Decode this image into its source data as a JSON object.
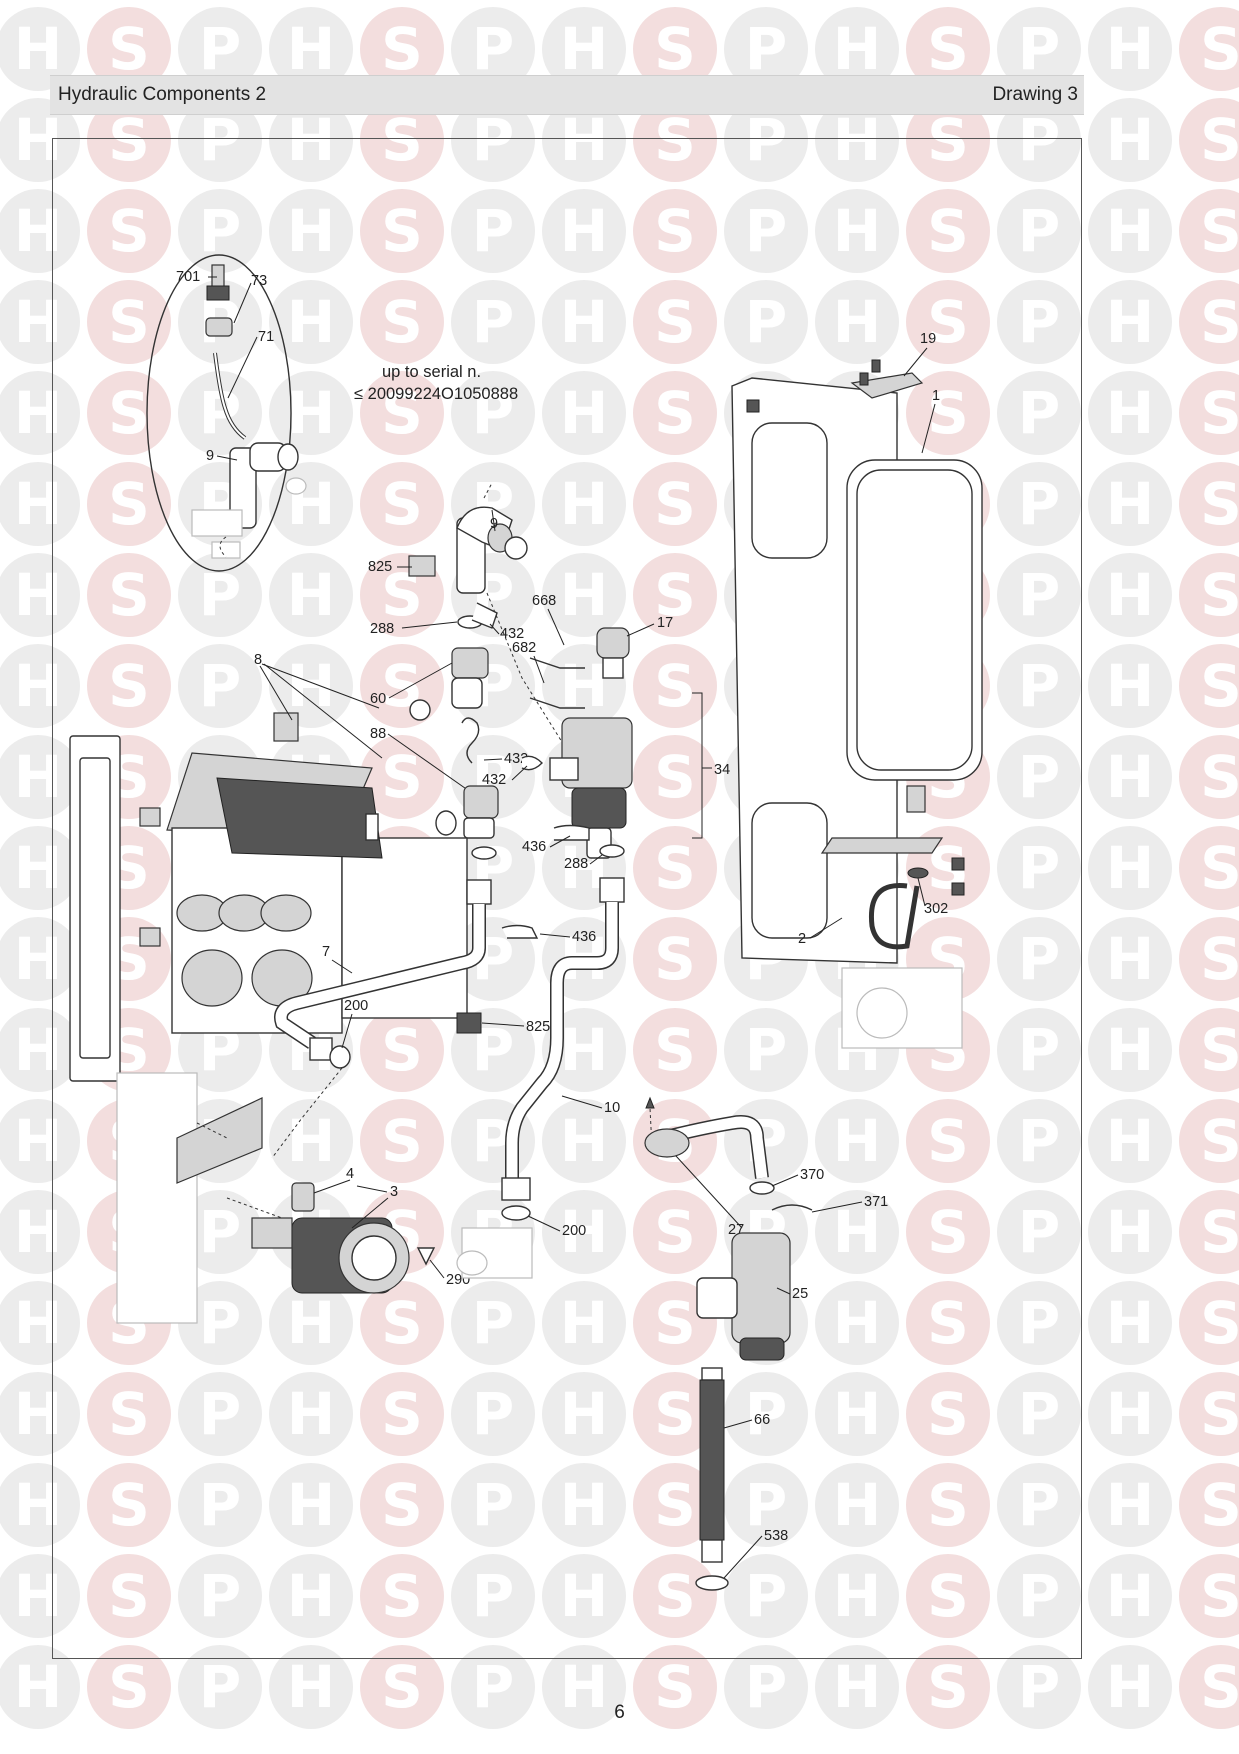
{
  "header": {
    "title": "Hydraulic Components 2",
    "drawing": "Drawing 3"
  },
  "watermark": {
    "letters": [
      "H",
      "S",
      "P"
    ]
  },
  "note": {
    "line1": "up to serial n.",
    "line2": "≤ 20099224O1050888"
  },
  "labels": {
    "p701": "701",
    "p73": "73",
    "p71": "71",
    "p9_inset": "9",
    "p9": "9",
    "p825_a": "825",
    "p825_b": "825",
    "p8": "8",
    "p288_a": "288",
    "p288_b": "288",
    "p432_a": "432",
    "p432_b": "432",
    "p432_c": "432",
    "p60": "60",
    "p88": "88",
    "p668": "668",
    "p682": "682",
    "p17": "17",
    "p34": "34",
    "p436_a": "436",
    "p436_b": "436",
    "p7": "7",
    "p200_a": "200",
    "p200_b": "200",
    "p10": "10",
    "p19": "19",
    "p1": "1",
    "p302": "302",
    "p2": "2",
    "p370": "370",
    "p371": "371",
    "p27": "27",
    "p25": "25",
    "p66": "66",
    "p538": "538",
    "p4": "4",
    "p3": "3",
    "p290": "290"
  },
  "footer": {
    "page_number": "6"
  },
  "colors": {
    "watermark_grey": "#ececec",
    "watermark_pink": "#f3dede",
    "header_bar": "#e3e3e3"
  }
}
